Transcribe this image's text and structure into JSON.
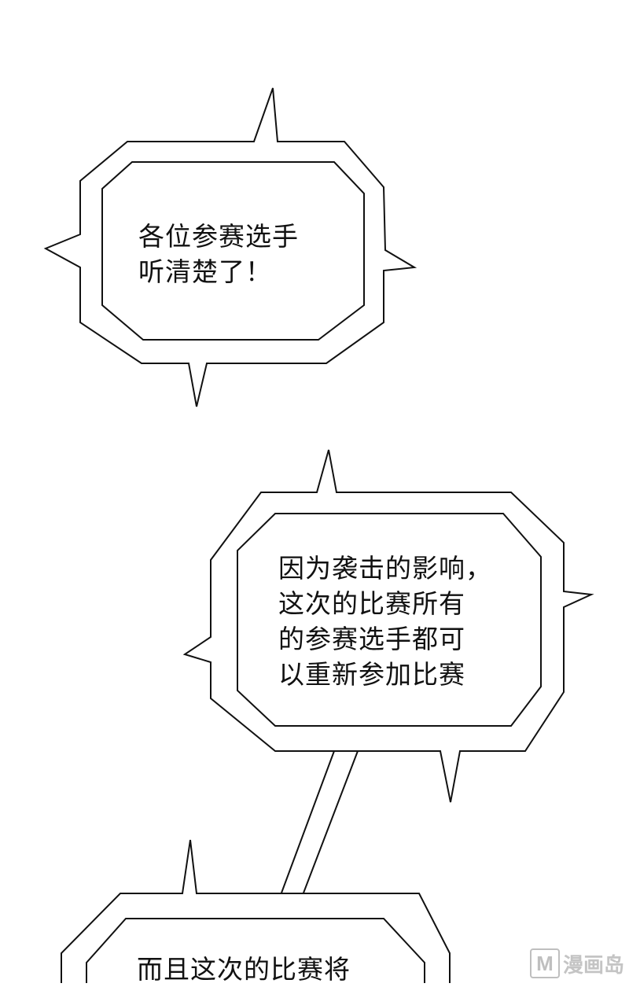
{
  "bubbles": [
    {
      "lines": [
        "各位参赛选手",
        "听清楚了！"
      ]
    },
    {
      "lines": [
        "因为袭击的影响，",
        "这次的比赛所有",
        "的参赛选手都可",
        "以重新参加比赛"
      ]
    },
    {
      "lines": [
        "而且这次的比赛将"
      ]
    }
  ],
  "watermark": {
    "badge": "M",
    "text": "漫画岛"
  },
  "colors": {
    "ink": "#111111",
    "paper": "#ffffff",
    "watermark": "#c4c4c4"
  }
}
